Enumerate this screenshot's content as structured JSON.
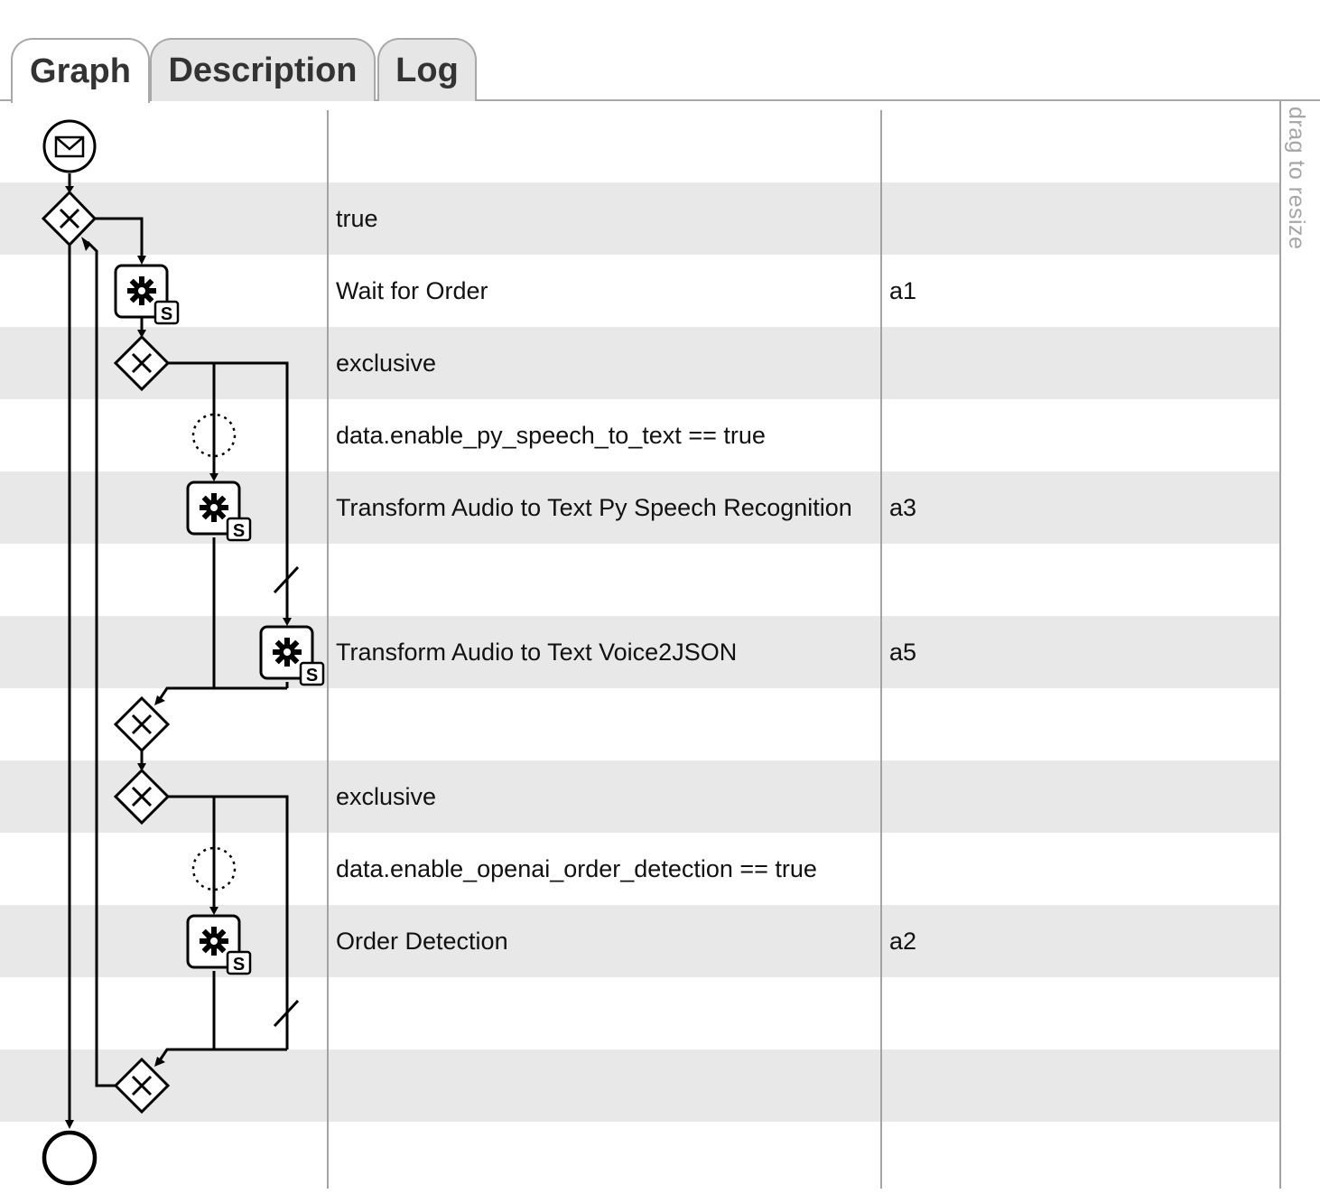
{
  "tabs": [
    {
      "label": "Graph",
      "active": true
    },
    {
      "label": "Description",
      "active": false
    },
    {
      "label": "Log",
      "active": false
    }
  ],
  "resize_hint": "drag to resize",
  "rows": [
    {
      "node": "message-start-event",
      "label": "",
      "id": ""
    },
    {
      "node": "exclusive-gateway",
      "label": "true",
      "id": ""
    },
    {
      "node": "script-task",
      "label": "Wait for Order",
      "id": "a1"
    },
    {
      "node": "exclusive-gateway",
      "label": "exclusive",
      "id": ""
    },
    {
      "node": "conditional-flow-marker",
      "label": "data.enable_py_speech_to_text == true",
      "id": ""
    },
    {
      "node": "script-task",
      "label": "Transform Audio to Text Py Speech Recognition",
      "id": "a3"
    },
    {
      "node": "default-flow-marker",
      "label": "",
      "id": ""
    },
    {
      "node": "script-task",
      "label": "Transform Audio to Text Voice2JSON",
      "id": "a5"
    },
    {
      "node": "exclusive-gateway",
      "label": "",
      "id": ""
    },
    {
      "node": "exclusive-gateway",
      "label": "exclusive",
      "id": ""
    },
    {
      "node": "conditional-flow-marker",
      "label": "data.enable_openai_order_detection == true",
      "id": ""
    },
    {
      "node": "script-task",
      "label": "Order Detection",
      "id": "a2"
    },
    {
      "node": "default-flow-marker",
      "label": "",
      "id": ""
    },
    {
      "node": "exclusive-gateway",
      "label": "",
      "id": ""
    },
    {
      "node": "end-event",
      "label": "",
      "id": ""
    }
  ],
  "task_marker_letter": "S"
}
